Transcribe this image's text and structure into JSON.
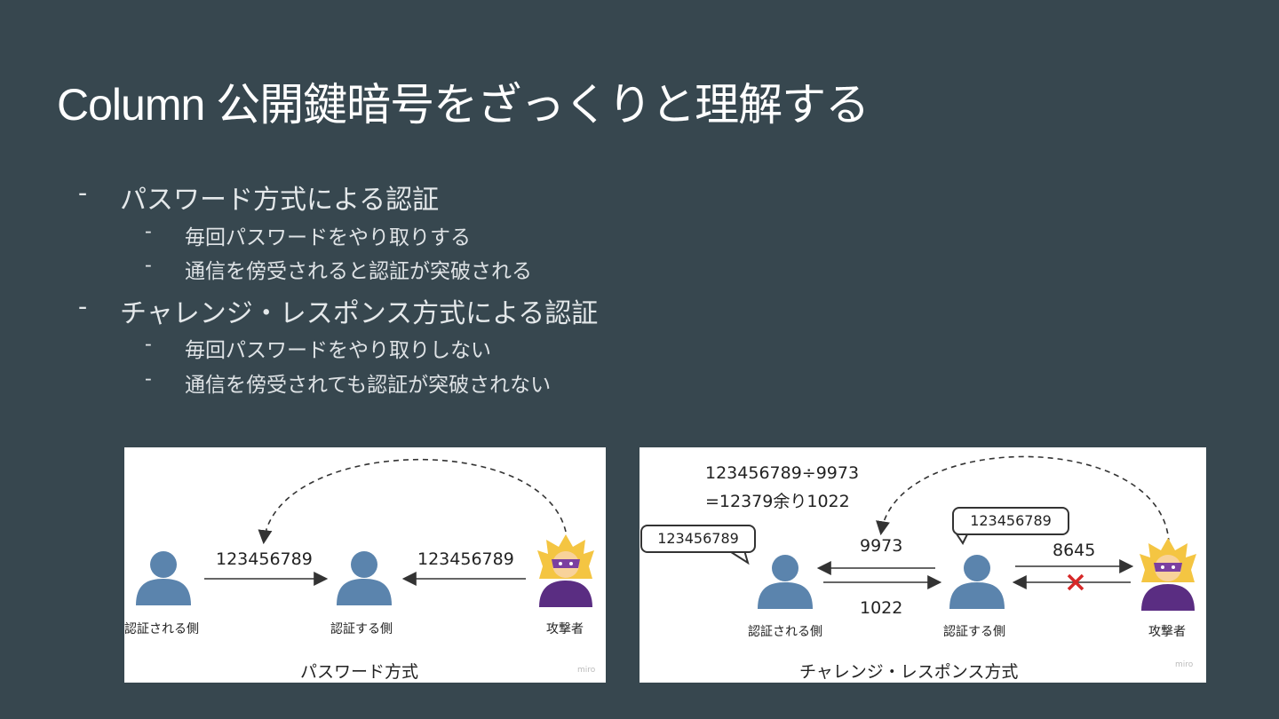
{
  "title": "Column 公開鍵暗号をざっくりと理解する",
  "bullets": [
    {
      "dash": "-",
      "text": "パスワード方式による認証"
    },
    {
      "dash": "-",
      "text": "毎回パスワードをやり取りする"
    },
    {
      "dash": "-",
      "text": "通信を傍受されると認証が突破される"
    },
    {
      "dash": "-",
      "text": "チャレンジ・レスポンス方式による認証"
    },
    {
      "dash": "-",
      "text": "毎回パスワードをやり取りしない"
    },
    {
      "dash": "-",
      "text": "通信を傍受されても認証が突破されない"
    }
  ],
  "password_diagram": {
    "left_user": "認証される側",
    "center_user": "認証する側",
    "attacker": "攻撃者",
    "arrow_left_value": "123456789",
    "arrow_right_value": "123456789",
    "caption": "パスワード方式",
    "watermark": "miro"
  },
  "challenge_diagram": {
    "calc_line1": "123456789÷9973",
    "calc_line2": "=12379余り1022",
    "left_bubble": "123456789",
    "center_bubble": "123456789",
    "challenge_value": "9973",
    "response_value": "1022",
    "attacker_value": "8645",
    "left_user": "認証される側",
    "center_user": "認証する側",
    "attacker": "攻撃者",
    "caption": "チャレンジ・レスポンス方式",
    "watermark": "miro"
  },
  "colors": {
    "background": "#37474f",
    "user_icon": "#5b84ad",
    "attacker_hair": "#f4c542",
    "attacker_mask": "#7b3fa0",
    "reject": "#d62828"
  },
  "icons": [
    "user-icon",
    "supervillain-icon",
    "reject-x-icon"
  ]
}
